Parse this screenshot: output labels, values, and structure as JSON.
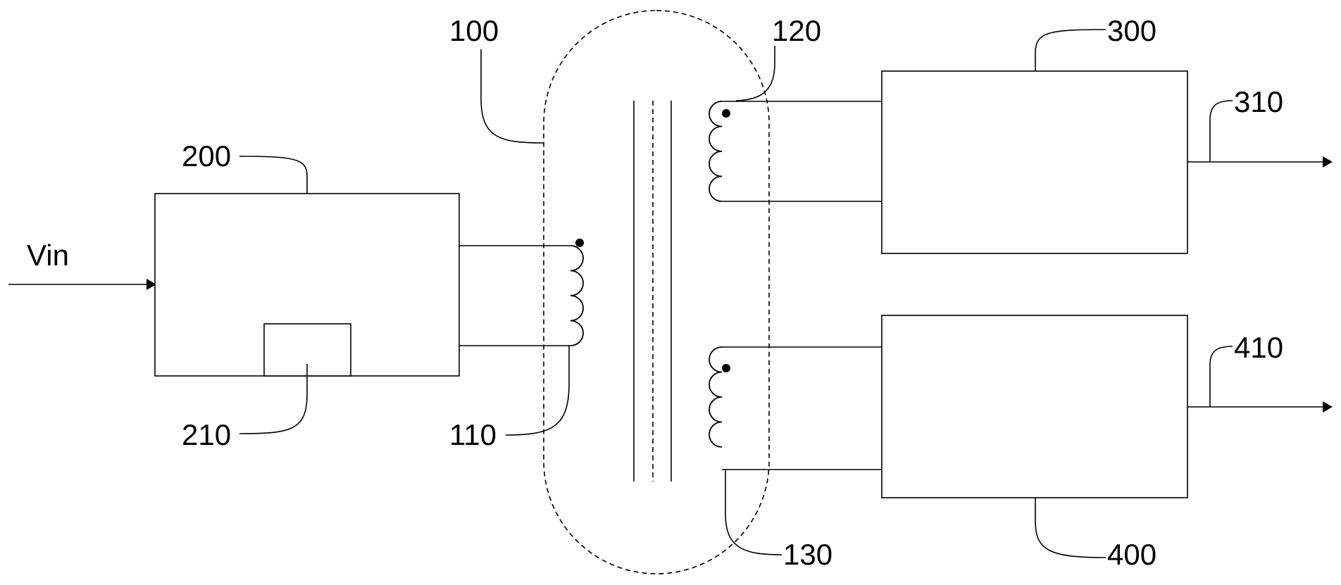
{
  "labels": {
    "vin": "Vin",
    "transformer": "100",
    "primary_winding": "110",
    "secondary_winding_1": "120",
    "secondary_winding_2": "130",
    "input_circuit": "200",
    "input_sub_block": "210",
    "output_circuit_1": "300",
    "output_1": "310",
    "output_circuit_2": "400",
    "output_2": "410"
  }
}
